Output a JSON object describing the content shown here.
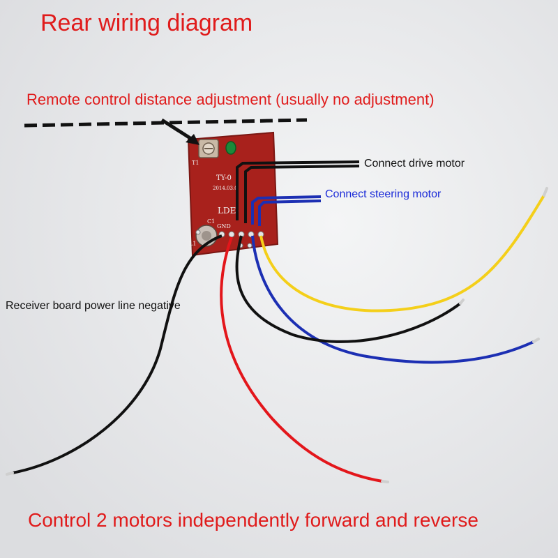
{
  "title": "Rear wiring diagram",
  "labels": {
    "distance_adjustment": "Remote control distance adjustment (usually no adjustment)",
    "drive_motor": "Connect drive motor",
    "steering_motor": "Connect steering motor",
    "power_negative": "Receiver board power line negative",
    "control_note": "Control 2 motors independently forward and reverse"
  },
  "board": {
    "model": "TY-0",
    "date": "2014.03.0",
    "part": "LDE-",
    "silk": [
      "T1",
      "C1",
      "GND",
      "L1"
    ]
  },
  "colors": {
    "board": "#a8211c",
    "wire_red": "#e3161b",
    "wire_black": "#111111",
    "wire_blue": "#1c2fb3",
    "wire_yellow": "#f4cf1a",
    "label_red": "#e01b1b",
    "label_blue": "#1b2bd8"
  },
  "icons": [
    "potentiometer-icon",
    "capacitor-icon",
    "inductor-icon",
    "arrow-icon"
  ]
}
